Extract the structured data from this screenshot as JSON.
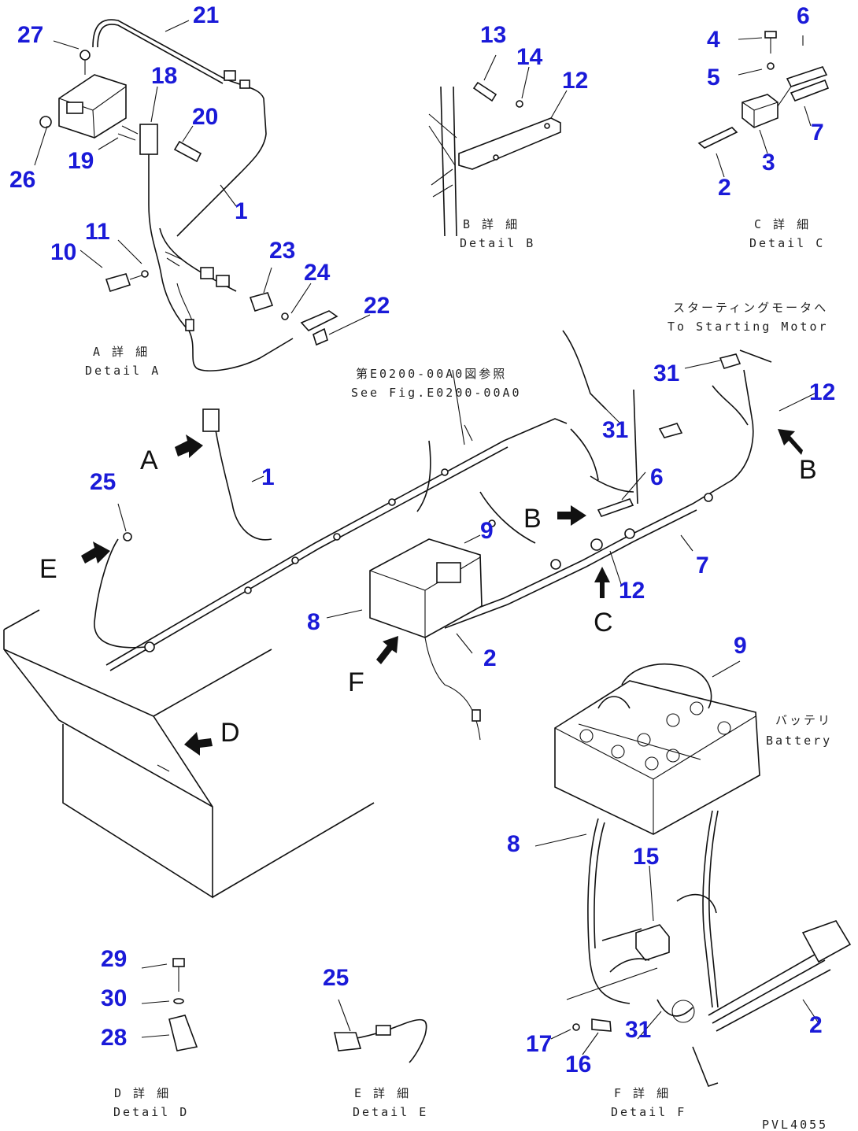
{
  "detail_captions": {
    "a": {
      "jp": "A 詳 細",
      "en": "Detail A"
    },
    "b": {
      "jp": "B 詳 細",
      "en": "Detail B"
    },
    "c": {
      "jp": "C 詳 細",
      "en": "Detail C"
    },
    "d": {
      "jp": "D 詳 細",
      "en": "Detail D"
    },
    "e": {
      "jp": "E 詳 細",
      "en": "Detail E"
    },
    "f": {
      "jp": "F 詳 細",
      "en": "Detail F"
    }
  },
  "notes": {
    "see_fig_jp": "第E0200-00A0図参照",
    "see_fig_en": "See Fig.E0200-00A0",
    "starting_motor_jp": "スターティングモータへ",
    "starting_motor_en": "To Starting Motor",
    "battery_jp": "バッテリ",
    "battery_en": "Battery"
  },
  "view_letters": [
    "A",
    "B",
    "B",
    "C",
    "D",
    "E",
    "F"
  ],
  "callouts": [
    "27",
    "21",
    "18",
    "20",
    "26",
    "19",
    "1",
    "11",
    "10",
    "23",
    "24",
    "22",
    "13",
    "14",
    "12",
    "4",
    "5",
    "6",
    "7",
    "3",
    "2",
    "31",
    "12",
    "31",
    "6",
    "1",
    "25",
    "9",
    "7",
    "12",
    "8",
    "2",
    "9",
    "8",
    "15",
    "29",
    "30",
    "28",
    "25",
    "17",
    "16",
    "31",
    "2"
  ],
  "drawing_code": "PVL4055"
}
